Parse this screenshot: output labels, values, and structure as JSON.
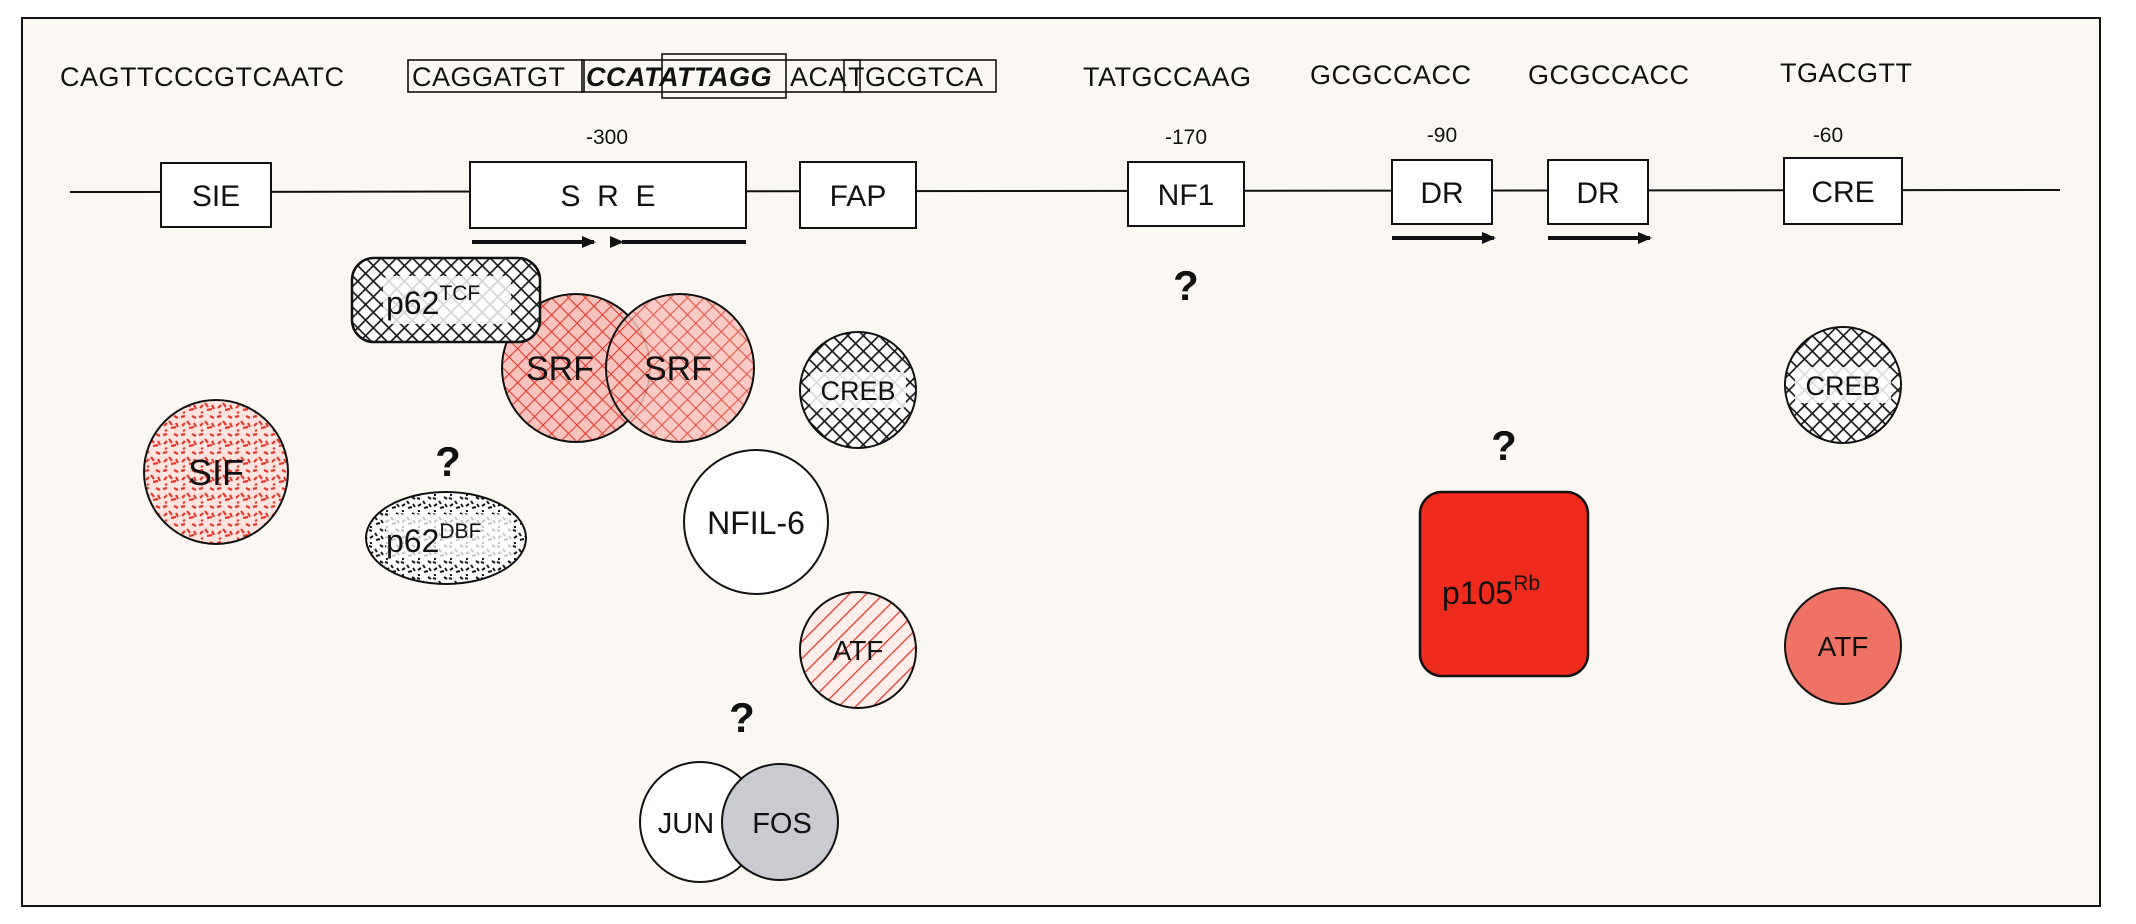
{
  "sequences": {
    "sie": "CAGTTCCCGTCAATC",
    "sre_box_left": "CAGGATGT",
    "sre_core": "CCATATTAGG",
    "sre_mid": "ACA",
    "sre_box_right": "TGCGTCA",
    "nf1": "TATGCCAAG",
    "dr1": "GCGCCACC",
    "dr2": "GCGCCACC",
    "cre": "TGACGTT"
  },
  "positions": {
    "sre": "-300",
    "nf1": "-170",
    "dr": "-90",
    "cre": "-60"
  },
  "elements": {
    "sie": "SIE",
    "sre": "S  R  E",
    "fap": "FAP",
    "nf1": "NF1",
    "dr1": "DR",
    "dr2": "DR",
    "cre": "CRE"
  },
  "proteins": {
    "sif": "SIF",
    "p62tcf_base": "p62",
    "p62tcf_sup": "TCF",
    "srf1": "SRF",
    "srf2": "SRF",
    "creb1": "CREB",
    "p62dbf_base": "p62",
    "p62dbf_sup": "DBF",
    "nfil6": "NFIL-6",
    "atf1": "ATF",
    "jun": "JUN",
    "fos": "FOS",
    "p105_base": "p105",
    "p105_sup": "Rb",
    "creb2": "CREB",
    "atf2": "ATF"
  },
  "unknown_marks": [
    "?",
    "?",
    "?",
    "?"
  ],
  "colors": {
    "panel_bg": "#fbf8f3",
    "red_pattern": "#e8382c",
    "red_fill": "#ee2b1c",
    "atf_salmon": "#ef7264",
    "fos_grey": "#c9cbd0",
    "black_pattern": "#1a1a1a"
  }
}
